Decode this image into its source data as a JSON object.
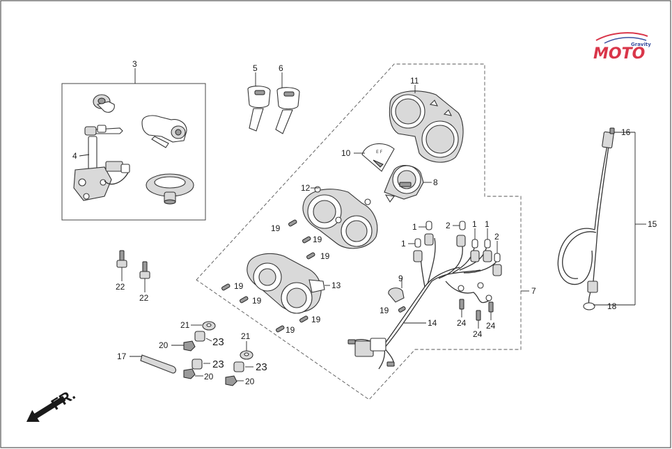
{
  "callouts": {
    "c1a": "1",
    "c1b": "1",
    "c1c": "1",
    "c1d": "1",
    "c2a": "2",
    "c2b": "2",
    "c3": "3",
    "c4": "4",
    "c5": "5",
    "c6": "6",
    "c7": "7",
    "c8": "8",
    "c9": "9",
    "c10": "10",
    "c11": "11",
    "c12": "12",
    "c13": "13",
    "c14": "14",
    "c15": "15",
    "c16": "16",
    "c17": "17",
    "c18": "18",
    "c19a": "19",
    "c19b": "19",
    "c19c": "19",
    "c19d": "19",
    "c19e": "19",
    "c19f": "19",
    "c19g": "19",
    "c19h": "19",
    "c20a": "20",
    "c20b": "20",
    "c20c": "20",
    "c21a": "21",
    "c21b": "21",
    "c22a": "22",
    "c22b": "22",
    "c23a": "23",
    "c23b": "23",
    "c23c": "23",
    "c24a": "24",
    "c24b": "24",
    "c24c": "24"
  },
  "front_indicator": "FR.",
  "watermark": {
    "brand": "MOTO",
    "sub": "Gravity"
  },
  "colors": {
    "line": "#333333",
    "shade": "#d9d9d9",
    "watermark_red": "#d9364a",
    "watermark_blue": "#3a4fa0"
  }
}
